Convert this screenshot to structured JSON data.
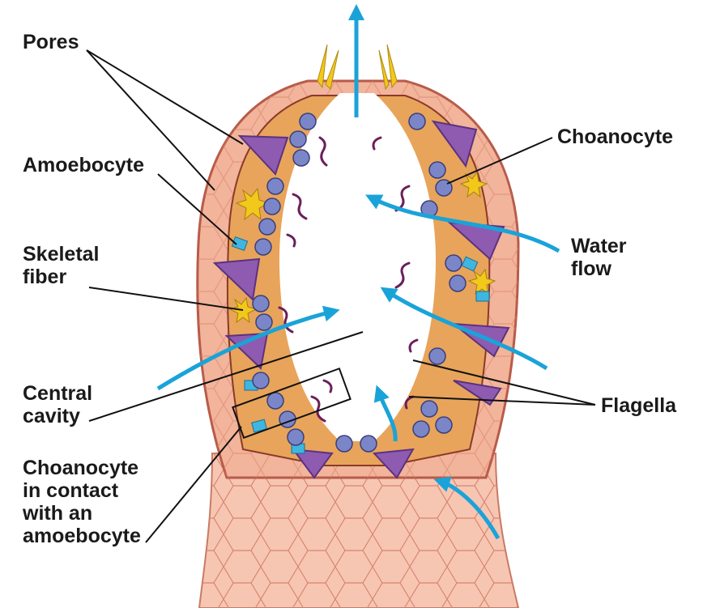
{
  "labels": {
    "pores": "Pores",
    "amoebocyte": "Amoebocyte",
    "skeletal_fiber": "Skeletal\nfiber",
    "central_cavity": "Central\ncavity",
    "choanocyte_contact": "Choanocyte\nin contact\nwith an\namoebocyte",
    "choanocyte": "Choanocyte",
    "water_flow": "Water\nflow",
    "flagella": "Flagella"
  },
  "colors": {
    "water_arrow": "#1aa3d9",
    "outer_wall": "#f2b49a",
    "mesohyl": "#e8a45a",
    "porocyte": "#8e5bb0",
    "choanocyte": "#7b86c9",
    "flagellum": "#6b1f5a",
    "spicule": "#f2c81a"
  }
}
